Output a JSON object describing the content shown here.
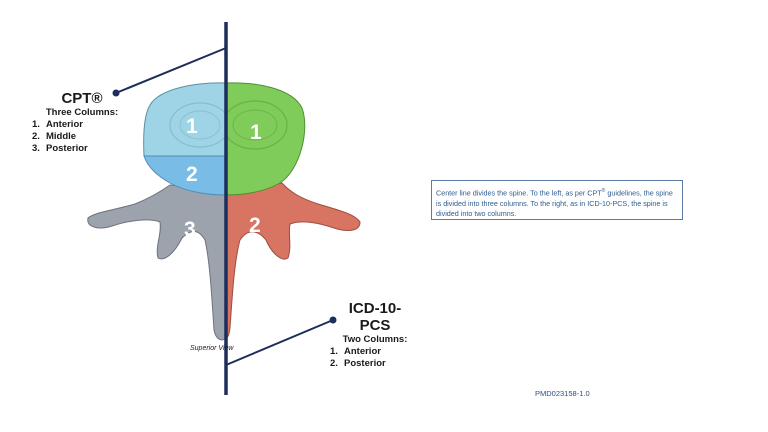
{
  "cpt": {
    "title": "CPT®",
    "subtitle": "Three Columns:",
    "items": [
      {
        "num": "1.",
        "label": "Anterior"
      },
      {
        "num": "2.",
        "label": "Middle"
      },
      {
        "num": "3.",
        "label": "Posterior"
      }
    ]
  },
  "icd": {
    "title_line1": "ICD-10-",
    "title_line2": "PCS",
    "subtitle": "Two Columns:",
    "items": [
      {
        "num": "1.",
        "label": "Anterior"
      },
      {
        "num": "2.",
        "label": "Posterior"
      }
    ]
  },
  "diagram": {
    "left_columns": [
      "1",
      "2",
      "3"
    ],
    "right_columns": [
      "1",
      "2"
    ],
    "view_label": "Superior View",
    "colors": {
      "left_anterior": "#9ed4e6",
      "left_middle": "#79bde6",
      "left_posterior": "#9da3ad",
      "right_anterior": "#7fcc5a",
      "right_posterior": "#d87462",
      "center_line": "#1d2e5c"
    }
  },
  "caption": {
    "part1": "Center line divides the spine.  To the left, as per CPT",
    "sup": "®",
    "part2": " guidelines, the spine is divided into three columns.  To the right, as in ICD-10-PCS, the spine is divided into two columns."
  },
  "doc_id": "PMD023158-1.0"
}
